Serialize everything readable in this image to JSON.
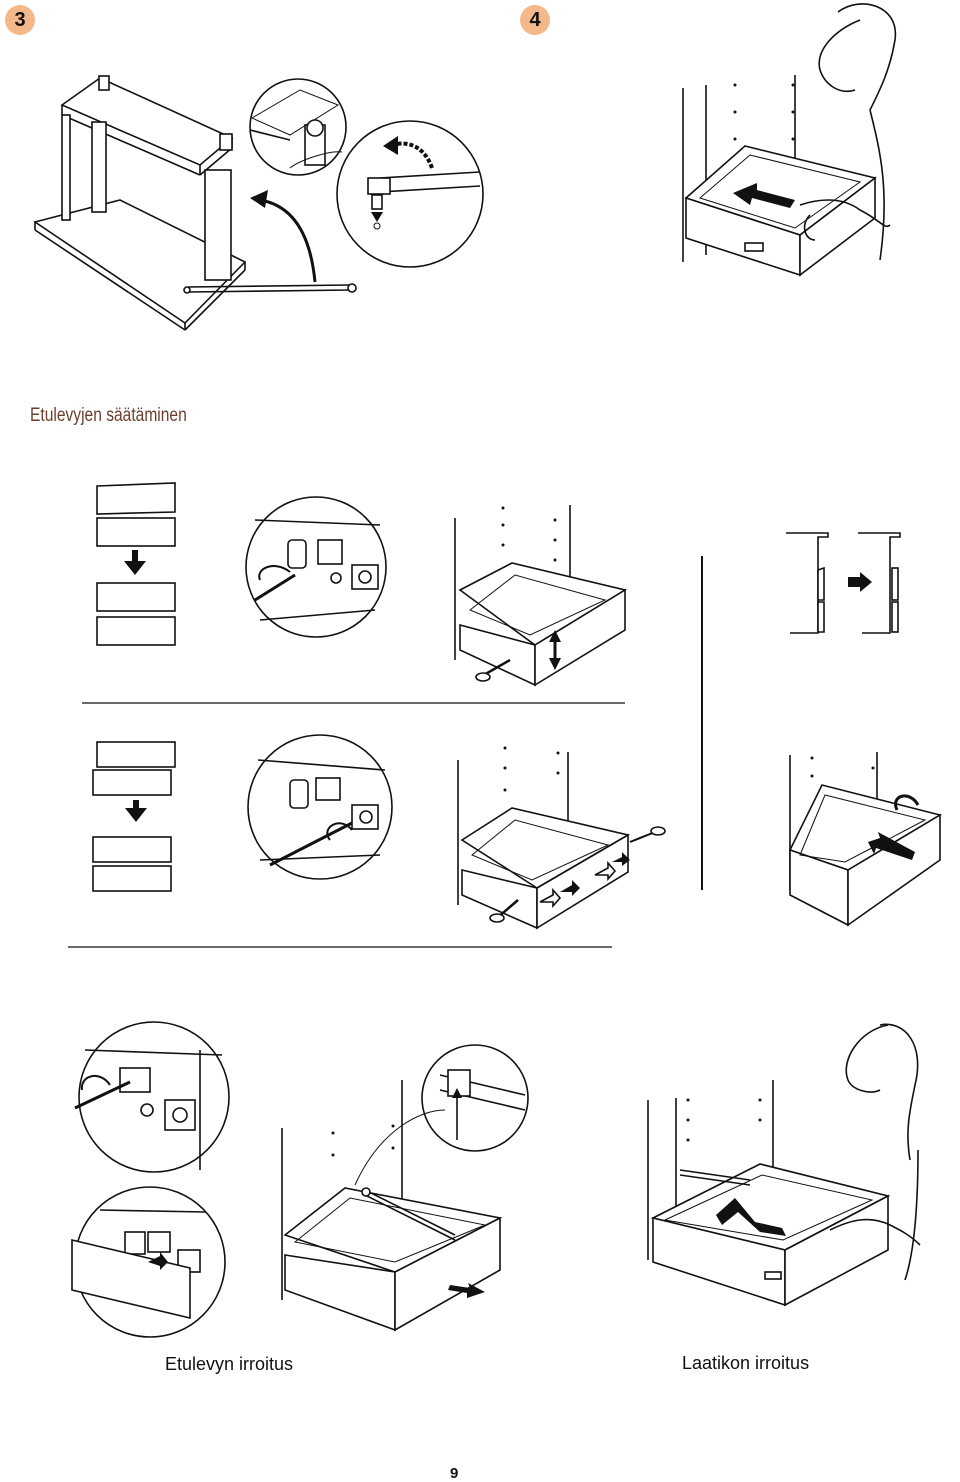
{
  "steps": {
    "step3": "3",
    "step4": "4"
  },
  "headings": {
    "front_adjust": "Etulevyjen säätäminen"
  },
  "captions": {
    "front_removal": "Etulevyn irroitus",
    "drawer_removal": "Laatikon irroitus"
  },
  "page_number": "9"
}
